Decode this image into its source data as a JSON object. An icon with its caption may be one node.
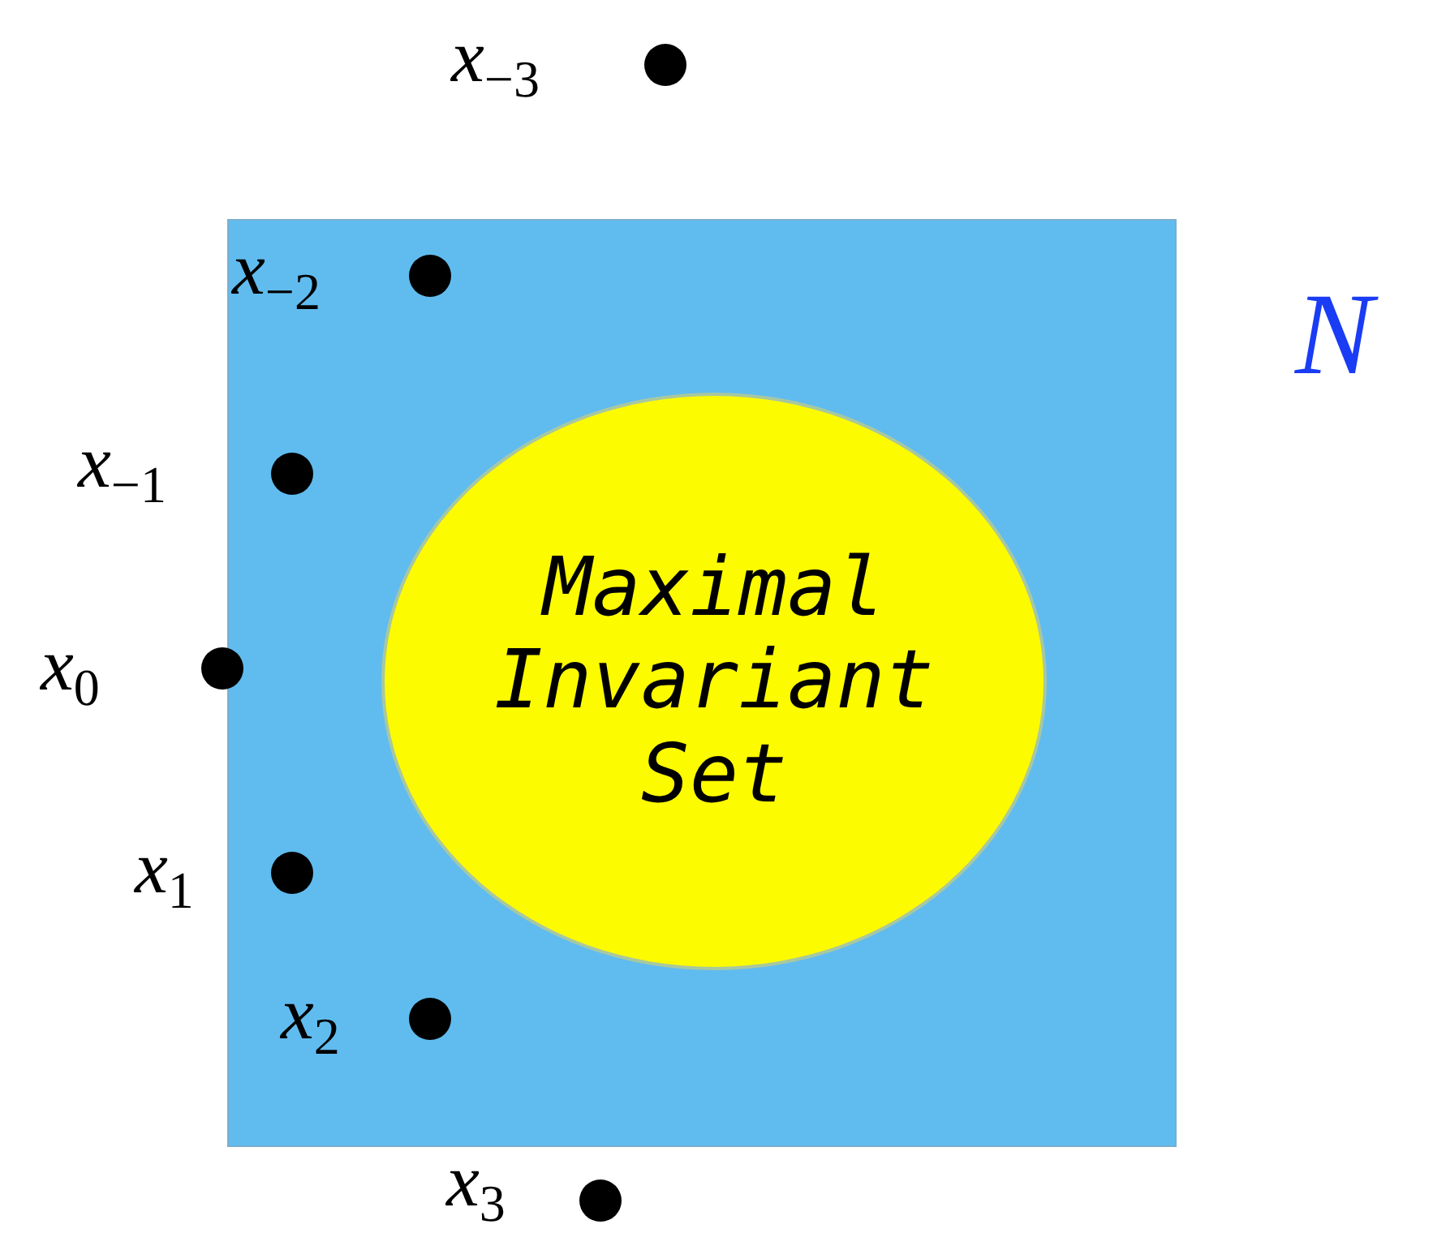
{
  "diagram": {
    "nodes": [
      {
        "text": [
          "N"
        ]
      },
      {
        "text": [
          "Maximal Invariant Set"
        ],
        "in": 0
      }
    ],
    "labels": [
      "x$_{−3}$",
      "x$_{−2}$",
      "x$_{−1}$",
      "x$_{0}$",
      "x$_{1}$",
      "x$_{2}$",
      "x$_{3}$"
    ]
  }
}
